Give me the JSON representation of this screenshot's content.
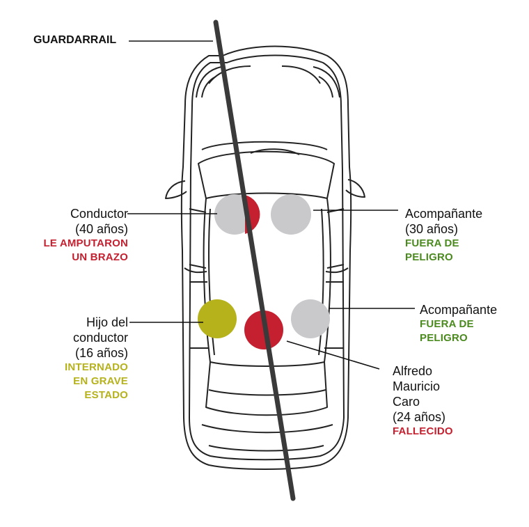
{
  "guardrail": {
    "label": "GUARDARRAIL"
  },
  "colors": {
    "critical": "#c4202f",
    "safe": "#4a8a1e",
    "serious": "#b5b21c",
    "unharmed": "#c9c9cc",
    "guardrail": "#3a3a3a",
    "car_outline": "#222222"
  },
  "occupants": {
    "driver": {
      "name_line1": "Conductor",
      "name_line2": "(40 años)",
      "status_line1": "LE AMPUTARON",
      "status_line2": "UN BRAZO"
    },
    "front_passenger": {
      "name_line1": "Acompañante",
      "name_line2": "(30 años)",
      "status_line1": "FUERA DE",
      "status_line2": "PELIGRO"
    },
    "rear_right": {
      "name_line1": "Acompañante",
      "status_line1": "FUERA DE",
      "status_line2": "PELIGRO"
    },
    "son": {
      "name_line1": "Hijo del",
      "name_line2": "conductor",
      "name_line3": "(16 años)",
      "status_line1": "INTERNADO",
      "status_line2": "EN GRAVE",
      "status_line3": "ESTADO"
    },
    "deceased": {
      "name_line1": "Alfredo",
      "name_line2": "Mauricio",
      "name_line3": "Caro",
      "name_line4": "(24 años)",
      "status_line1": "FALLECIDO"
    }
  }
}
